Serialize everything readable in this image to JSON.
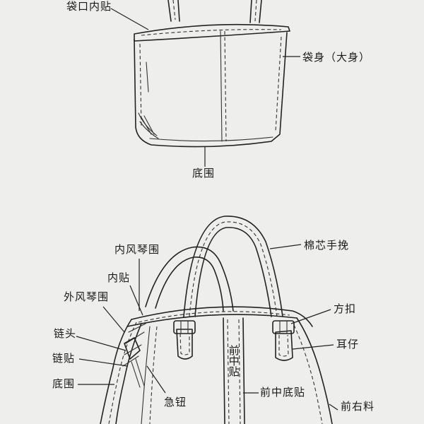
{
  "top_bag": {
    "labels": {
      "mouth_lining": "袋口内贴",
      "body": "袋身（大身）",
      "bottom_gusset": "底围"
    }
  },
  "handbag": {
    "labels": {
      "inner_gusset": "内风琴围",
      "inner_lining": "内贴",
      "outer_gusset": "外风琴围",
      "zipper_pull": "链头",
      "zipper_tape": "链贴",
      "bottom_gusset": "底围",
      "snap_button": "急钮",
      "front_center_strip": "前中贴",
      "front_center_bottom": "前中底贴",
      "front_right": "前右料",
      "handle": "棉芯手挽",
      "square_buckle": "方扣",
      "ear_tab": "耳仔"
    }
  }
}
